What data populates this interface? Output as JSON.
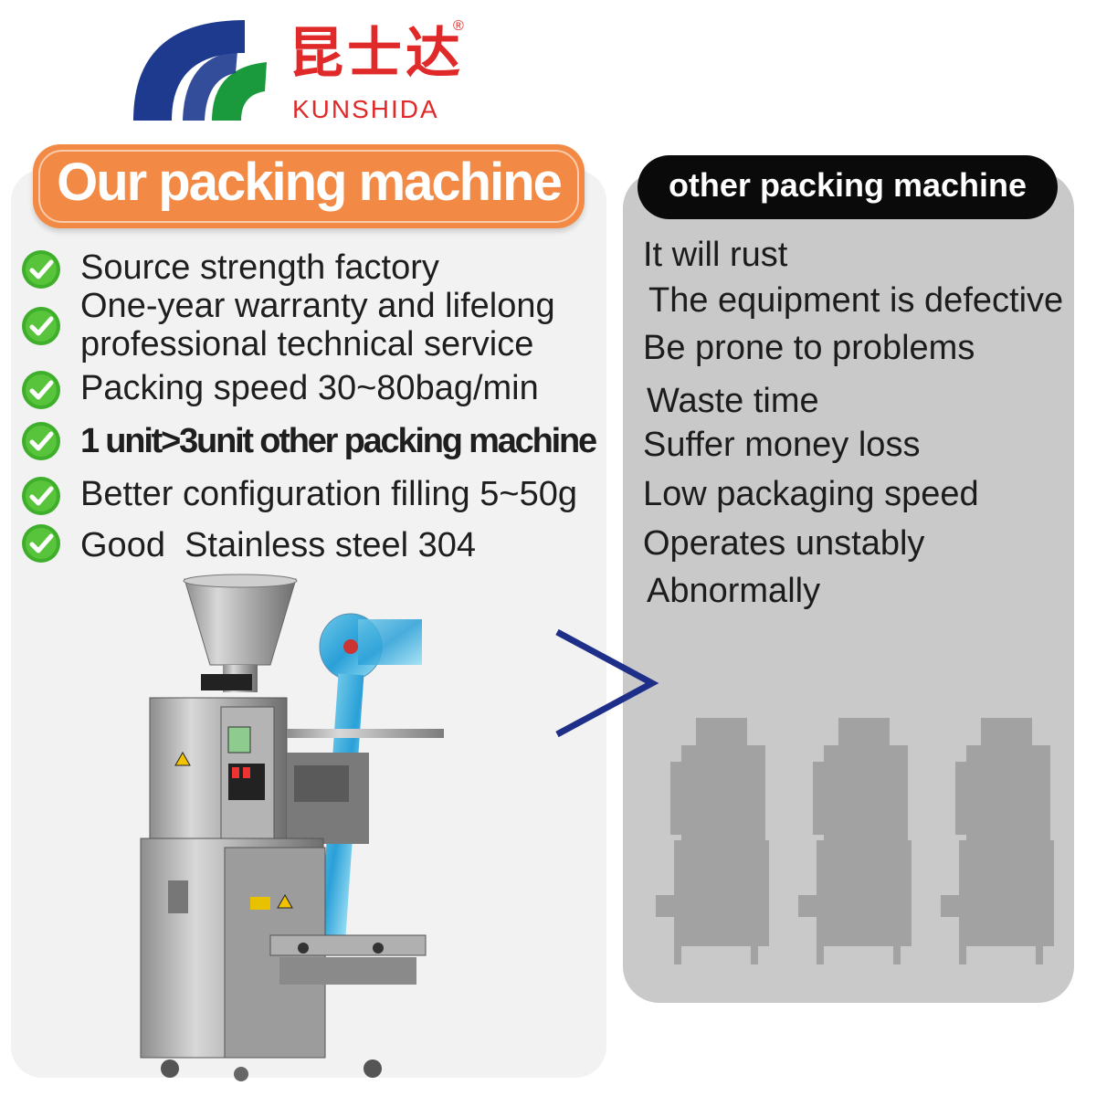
{
  "brand": {
    "chinese_name": "昆士达",
    "registered_mark": "®",
    "english_name": "KUNSHIDA",
    "colors": {
      "blue": "#1e3a8f",
      "green": "#1a9a3c",
      "red": "#e02a2a"
    }
  },
  "left": {
    "title": "Our packing machine",
    "title_color": "#f28a45",
    "advantages": [
      {
        "lines": [
          "Source strength factory"
        ]
      },
      {
        "lines": [
          "One-year warranty and lifelong",
          "professional technical service"
        ]
      },
      {
        "lines": [
          "Packing speed 30~80bag/min"
        ]
      },
      {
        "lines": [
          "1 unit>3unit other packing machine"
        ],
        "bold": true
      },
      {
        "lines": [
          "Better configuration filling 5~50g"
        ]
      },
      {
        "lines": [
          "Good  Stainless steel 304"
        ]
      }
    ],
    "check_icon": "check-circle-icon",
    "check_color": "#3fae2a"
  },
  "right": {
    "title": "other packing machine",
    "disadvantages": [
      "It will rust",
      "The equipment is defective",
      "Be prone to problems",
      "Waste time",
      "Suffer money loss",
      "Low packaging speed",
      "Operates unstably",
      "Abnormally"
    ],
    "panel_color": "#c9c9c9"
  },
  "comparison_arrow": {
    "icon": "chevron-right-icon",
    "color": "#1e2f8a"
  }
}
